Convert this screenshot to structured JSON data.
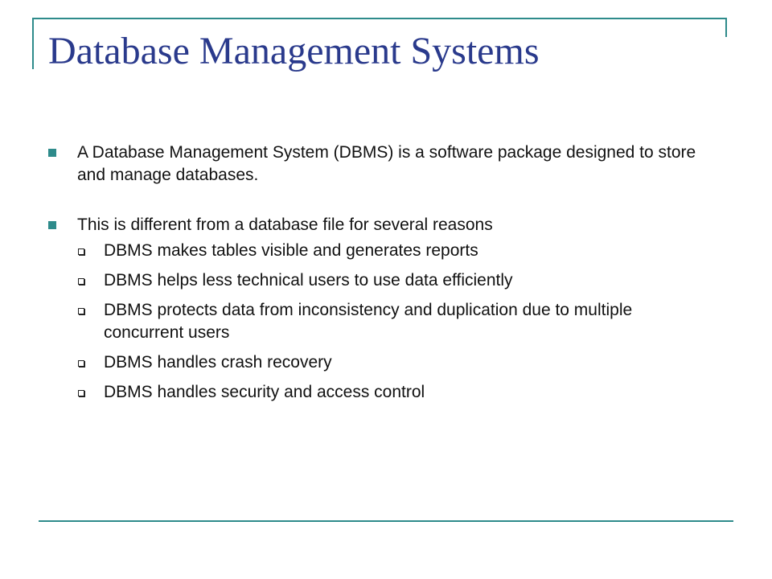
{
  "slide": {
    "title": "Database Management Systems",
    "accent_color": "#2e8b8b",
    "title_color": "#2a3a8c",
    "bullets": [
      {
        "text": "A Database Management System (DBMS) is a software package designed to store and manage databases.",
        "sub_items": []
      },
      {
        "text": "This is different from a database file for several reasons",
        "sub_items": [
          "DBMS makes tables visible and generates reports",
          "DBMS helps less technical users to use data efficiently",
          "DBMS protects data from inconsistency and duplication due to multiple concurrent users",
          "DBMS handles crash recovery",
          "DBMS handles security and access control"
        ]
      }
    ],
    "icons": {
      "bullet": "square-bullet-icon",
      "sub_bullet": "hollow-square-bullet-icon"
    }
  }
}
